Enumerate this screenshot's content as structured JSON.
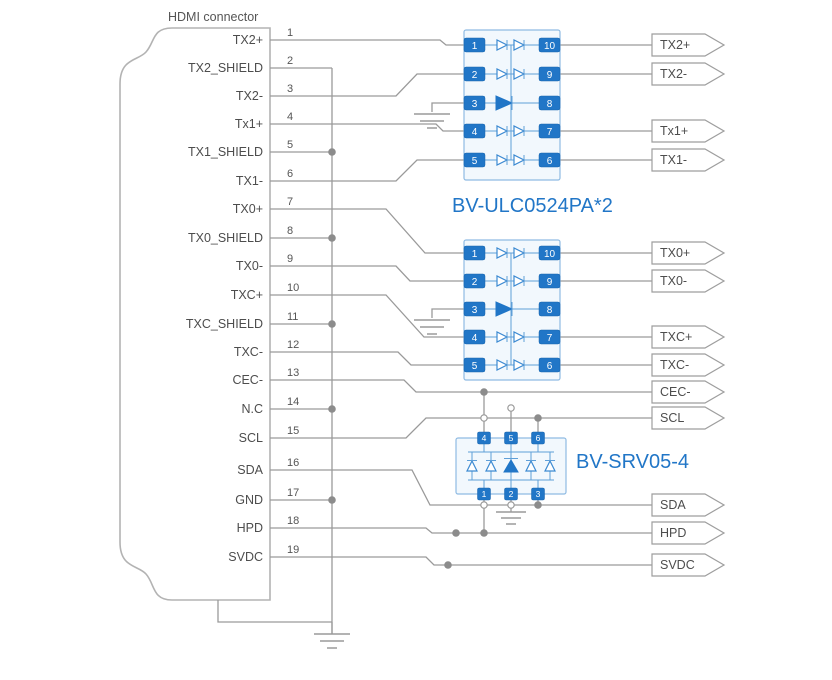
{
  "connector": {
    "label": "HDMI connector",
    "pins": [
      {
        "name": "TX2+",
        "number": "1"
      },
      {
        "name": "TX2_SHIELD",
        "number": "2"
      },
      {
        "name": "TX2-",
        "number": "3"
      },
      {
        "name": "Tx1+",
        "number": "4"
      },
      {
        "name": "TX1_SHIELD",
        "number": "5"
      },
      {
        "name": "TX1-",
        "number": "6"
      },
      {
        "name": "TX0+",
        "number": "7"
      },
      {
        "name": "TX0_SHIELD",
        "number": "8"
      },
      {
        "name": "TX0-",
        "number": "9"
      },
      {
        "name": "TXC+",
        "number": "10"
      },
      {
        "name": "TXC_SHIELD",
        "number": "11"
      },
      {
        "name": "TXC-",
        "number": "12"
      },
      {
        "name": "CEC-",
        "number": "13"
      },
      {
        "name": "N.C",
        "number": "14"
      },
      {
        "name": "SCL",
        "number": "15"
      },
      {
        "name": "SDA",
        "number": "16"
      },
      {
        "name": "GND",
        "number": "17"
      },
      {
        "name": "HPD",
        "number": "18"
      },
      {
        "name": "SVDC",
        "number": "19"
      }
    ]
  },
  "ics": {
    "esd_array": {
      "label": "BV-ULC0524PA*2",
      "left_pins": [
        "1",
        "2",
        "3",
        "4",
        "5"
      ],
      "right_pins": [
        "10",
        "9",
        "8",
        "7",
        "6"
      ]
    },
    "srv": {
      "label": "BV-SRV05-4",
      "top_pins": [
        "4",
        "5",
        "6"
      ],
      "bottom_pins": [
        "1",
        "2",
        "3"
      ]
    }
  },
  "outputs": [
    "TX2+",
    "TX2-",
    "Tx1+",
    "TX1-",
    "TX0+",
    "TX0-",
    "TXC+",
    "TXC-",
    "CEC-",
    "SCL",
    "SDA",
    "HPD",
    "SVDC"
  ],
  "colors": {
    "accent_blue": "#2176c7",
    "wire_gray": "#9a9a9a"
  }
}
